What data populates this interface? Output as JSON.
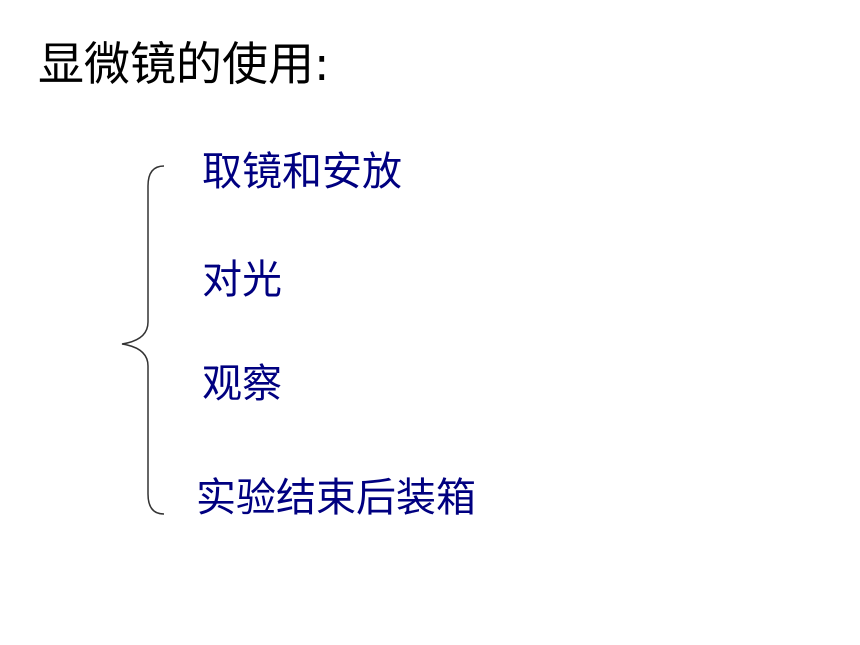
{
  "slide": {
    "title": "显微镜的使用:",
    "title_color": "#000000",
    "item_color": "#000080",
    "brace_color": "#333333",
    "items": [
      "取镜和安放",
      "对光",
      "观察",
      "实验结束后装箱"
    ]
  }
}
